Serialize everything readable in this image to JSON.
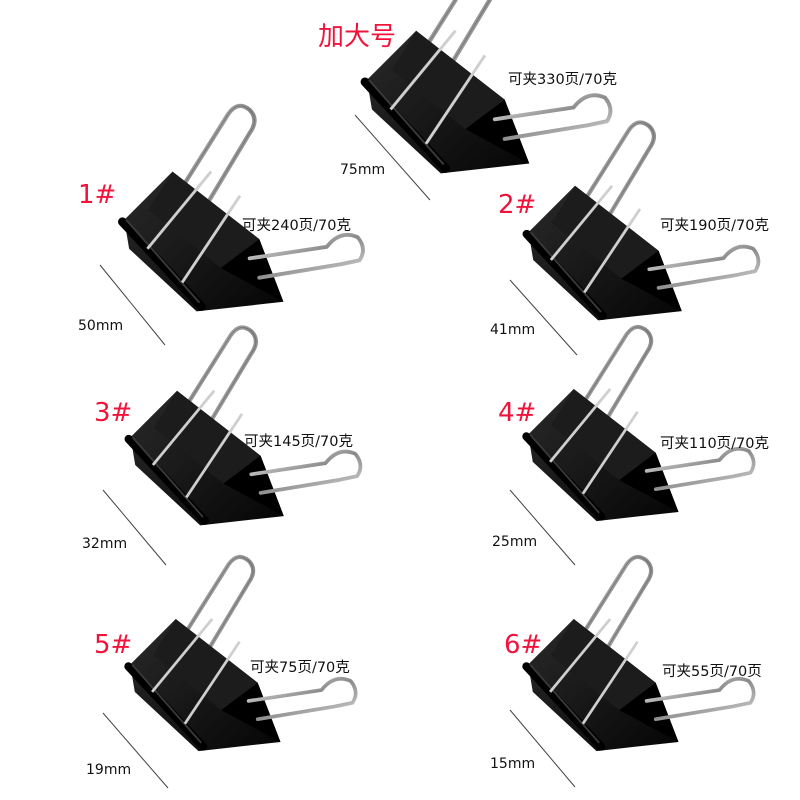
{
  "background": "#ffffff",
  "accent_color": "#f0143c",
  "clips": [
    {
      "id": "xl",
      "size_label": "加大号",
      "capacity": "可夹330页/70克",
      "width": "75mm"
    },
    {
      "id": "1",
      "size_label": "1#",
      "capacity": "可夹240页/70克",
      "width": "50mm"
    },
    {
      "id": "2",
      "size_label": "2#",
      "capacity": "可夹190页/70克",
      "width": "41mm"
    },
    {
      "id": "3",
      "size_label": "3#",
      "capacity": "可夹145页/70克",
      "width": "32mm"
    },
    {
      "id": "4",
      "size_label": "4#",
      "capacity": "可夹110页/70克",
      "width": "25mm"
    },
    {
      "id": "5",
      "size_label": "5#",
      "capacity": "可夹75页/70克",
      "width": "19mm"
    },
    {
      "id": "6",
      "size_label": "6#",
      "capacity": "可夹55页/70页",
      "width": "15mm"
    }
  ]
}
